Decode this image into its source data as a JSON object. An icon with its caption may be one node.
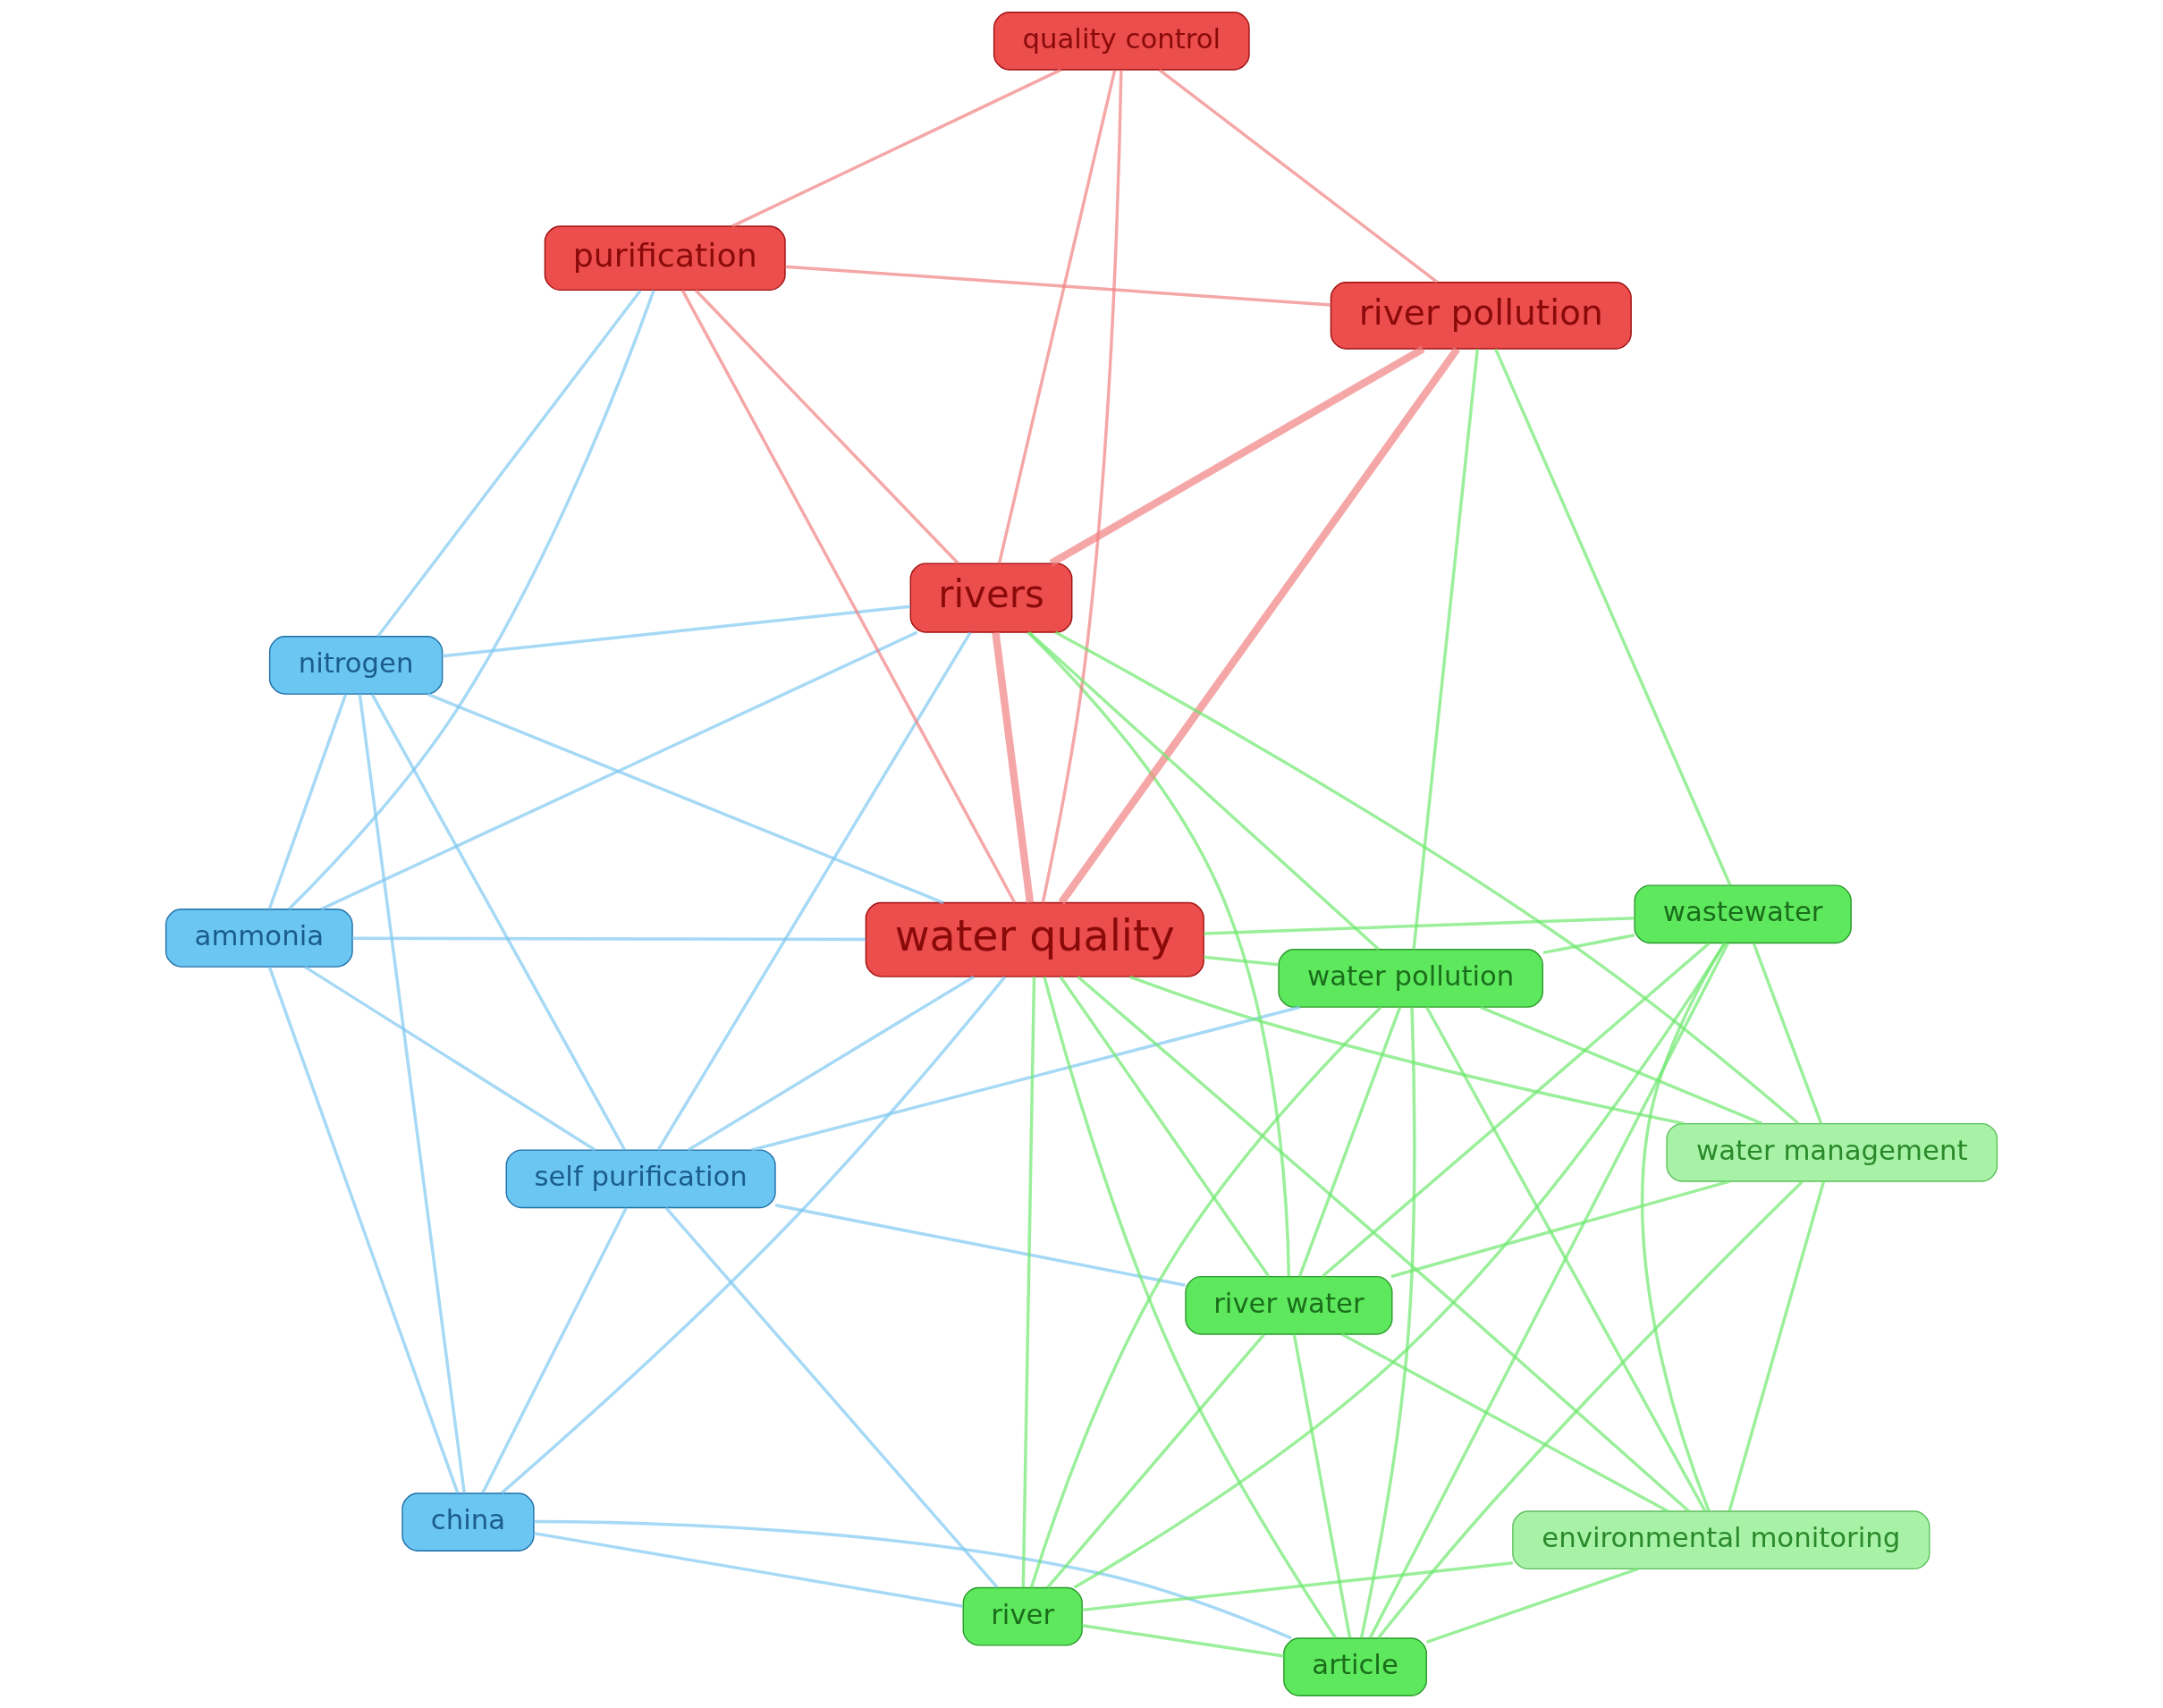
{
  "diagram": {
    "nodes": [
      {
        "text": [
          "nitrogen"
        ]
      },
      {
        "text": [
          "china"
        ]
      },
      {
        "text": [
          "ammonia"
        ]
      },
      {
        "text": [
          "self purification"
        ]
      },
      {
        "text": [
          "river water"
        ]
      },
      {
        "text": [
          "purification"
        ]
      },
      {
        "text": [
          "article"
        ]
      },
      {
        "text": [
          "river"
        ]
      },
      {
        "text": [
          "water quality"
        ]
      },
      {
        "text": [
          "environmental monitoring"
        ]
      },
      {
        "text": [
          "water management"
        ]
      },
      {
        "text": [
          "rivers"
        ]
      },
      {
        "text": [
          "wastewater"
        ]
      },
      {
        "text": [
          "quality control"
        ]
      },
      {
        "text": [
          "water pollution"
        ]
      },
      {
        "text": [
          "river pollution"
        ]
      }
    ],
    "edges": [
      {
        "from": 0,
        "to": 1,
        "arrow": "none",
        "color": "#7ec8f0"
      },
      {
        "from": 0,
        "to": 2,
        "arrow": "none",
        "color": "#7ec8f0"
      },
      {
        "from": 0,
        "to": 3,
        "arrow": "none",
        "color": "#7ec8f0"
      },
      {
        "from": 1,
        "to": 2,
        "arrow": "none",
        "color": "#7ec8f0"
      },
      {
        "from": 1,
        "to": 3,
        "arrow": "none",
        "color": "#7ec8f0"
      },
      {
        "from": 2,
        "to": 3,
        "arrow": "none",
        "color": "#7ec8f0"
      },
      {
        "from": 0,
        "to": 8,
        "arrow": "none",
        "color": "#7ec8f0"
      },
      {
        "from": 1,
        "to": 8,
        "arrow": "none",
        "color": "#7ec8f0"
      },
      {
        "from": 2,
        "to": 8,
        "arrow": "none",
        "color": "#7ec8f0"
      },
      {
        "from": 3,
        "to": 8,
        "arrow": "none",
        "color": "#7ec8f0"
      },
      {
        "from": 3,
        "to": 11,
        "arrow": "none",
        "color": "#7ec8f0"
      },
      {
        "from": 0,
        "to": 11,
        "arrow": "none",
        "color": "#7ec8f0"
      },
      {
        "from": 2,
        "to": 11,
        "arrow": "none",
        "color": "#7ec8f0"
      },
      {
        "from": 3,
        "to": 4,
        "arrow": "none",
        "color": "#7ec8f0"
      },
      {
        "from": 1,
        "to": 7,
        "arrow": "none",
        "color": "#7ec8f0"
      },
      {
        "from": 3,
        "to": 7,
        "arrow": "none",
        "color": "#7ec8f0"
      },
      {
        "from": 0,
        "to": 5,
        "arrow": "none",
        "color": "#7ec8f0"
      },
      {
        "from": 2,
        "to": 5,
        "arrow": "none",
        "color": "#7ec8f0"
      },
      {
        "from": 3,
        "to": 14,
        "arrow": "none",
        "color": "#7ec8f0"
      },
      {
        "from": 1,
        "to": 6,
        "arrow": "none",
        "color": "#7ec8f0"
      },
      {
        "from": 4,
        "to": 6,
        "arrow": "none"
      },
      {
        "from": 4,
        "to": 7,
        "arrow": "none"
      },
      {
        "from": 4,
        "to": 9,
        "arrow": "none"
      },
      {
        "from": 4,
        "to": 10,
        "arrow": "none"
      },
      {
        "from": 4,
        "to": 12,
        "arrow": "none"
      },
      {
        "from": 4,
        "to": 14,
        "arrow": "none"
      },
      {
        "from": 6,
        "to": 7,
        "arrow": "none"
      },
      {
        "from": 6,
        "to": 9,
        "arrow": "none"
      },
      {
        "from": 6,
        "to": 10,
        "arrow": "none"
      },
      {
        "from": 6,
        "to": 12,
        "arrow": "none"
      },
      {
        "from": 6,
        "to": 14,
        "arrow": "none"
      },
      {
        "from": 7,
        "to": 9,
        "arrow": "none"
      },
      {
        "from": 7,
        "to": 12,
        "arrow": "none"
      },
      {
        "from": 7,
        "to": 14,
        "arrow": "none"
      },
      {
        "from": 9,
        "to": 10,
        "arrow": "none"
      },
      {
        "from": 9,
        "to": 12,
        "arrow": "none"
      },
      {
        "from": 9,
        "to": 14,
        "arrow": "none"
      },
      {
        "from": 10,
        "to": 12,
        "arrow": "none"
      },
      {
        "from": 10,
        "to": 14,
        "arrow": "none"
      },
      {
        "from": 12,
        "to": 14,
        "arrow": "none"
      },
      {
        "from": 4,
        "to": 8,
        "arrow": "none"
      },
      {
        "from": 6,
        "to": 8,
        "arrow": "none"
      },
      {
        "from": 7,
        "to": 8,
        "arrow": "none"
      },
      {
        "from": 9,
        "to": 8,
        "arrow": "none"
      },
      {
        "from": 10,
        "to": 8,
        "arrow": "none"
      },
      {
        "from": 12,
        "to": 8,
        "arrow": "none"
      },
      {
        "from": 14,
        "to": 8,
        "arrow": "none"
      },
      {
        "from": 4,
        "to": 11,
        "arrow": "none"
      },
      {
        "from": 10,
        "to": 11,
        "arrow": "none"
      },
      {
        "from": 14,
        "to": 11,
        "arrow": "none"
      },
      {
        "from": 14,
        "to": 15,
        "arrow": "none"
      },
      {
        "from": 12,
        "to": 15,
        "arrow": "none"
      },
      {
        "from": 5,
        "to": 8,
        "arrow": "none",
        "color": "#f08080"
      },
      {
        "from": 5,
        "to": 11,
        "arrow": "none",
        "color": "#f08080"
      },
      {
        "from": 5,
        "to": 13,
        "arrow": "none",
        "color": "#f08080"
      },
      {
        "from": 5,
        "to": 15,
        "arrow": "none",
        "color": "#f08080"
      },
      {
        "from": 8,
        "to": 11,
        "arrow": "none",
        "color": "#f08080",
        "style": "thick"
      },
      {
        "from": 8,
        "to": 13,
        "arrow": "none",
        "color": "#f08080"
      },
      {
        "from": 8,
        "to": 15,
        "arrow": "none",
        "color": "#f08080",
        "style": "thick"
      },
      {
        "from": 11,
        "to": 13,
        "arrow": "none",
        "color": "#f08080"
      },
      {
        "from": 11,
        "to": 15,
        "arrow": "none",
        "color": "#f08080",
        "style": "thick"
      },
      {
        "from": 13,
        "to": 15,
        "arrow": "none",
        "color": "#f08080"
      }
    ]
  }
}
